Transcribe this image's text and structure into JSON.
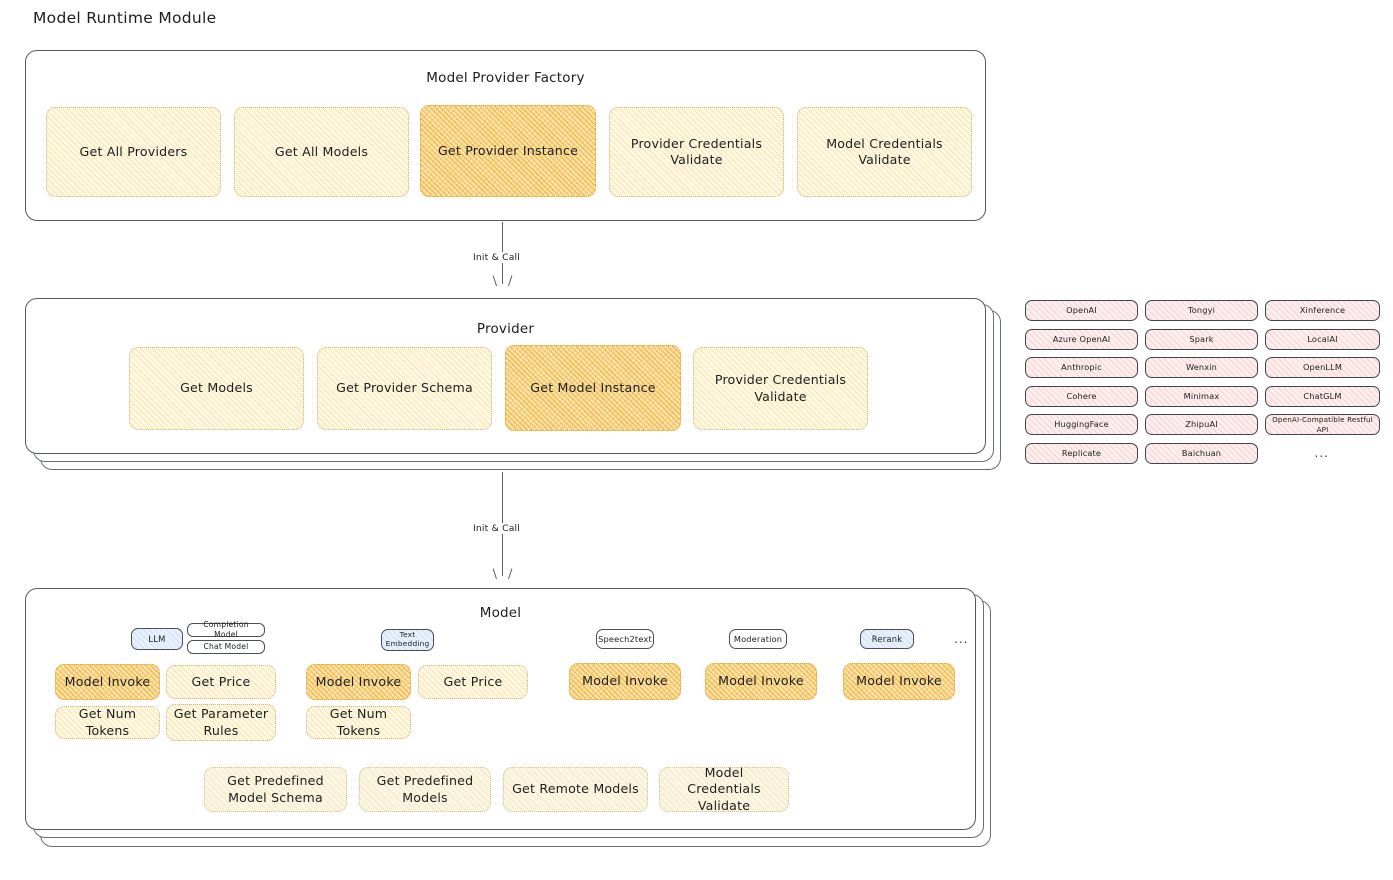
{
  "page": {
    "title": "Model Runtime Module",
    "ellipsis": "..."
  },
  "factory": {
    "title": "Model Provider Factory",
    "nodes": [
      {
        "label": "Get All Providers",
        "style": "cream"
      },
      {
        "label": "Get All Models",
        "style": "cream"
      },
      {
        "label": "Get Provider Instance",
        "style": "amber"
      },
      {
        "label": "Provider Credentials Validate",
        "style": "cream"
      },
      {
        "label": "Model Credentials Validate",
        "style": "cream"
      }
    ]
  },
  "arrow_factory_to_provider": {
    "label": "Init & Call"
  },
  "provider": {
    "title": "Provider",
    "nodes": [
      {
        "label": "Get Models",
        "style": "cream"
      },
      {
        "label": "Get Provider Schema",
        "style": "cream"
      },
      {
        "label": "Get Model Instance",
        "style": "amber"
      },
      {
        "label": "Provider Credentials Validate",
        "style": "cream"
      }
    ]
  },
  "arrow_provider_to_model": {
    "label": "Init & Call"
  },
  "provider_list": {
    "columns": [
      [
        "OpenAI",
        "Azure OpenAI",
        "Anthropic",
        "Cohere",
        "HuggingFace",
        "Replicate"
      ],
      [
        "Tongyi",
        "Spark",
        "Wenxin",
        "Minimax",
        "ZhipuAI",
        "Baichuan"
      ],
      [
        "Xinference",
        "LocalAI",
        "OpenLLM",
        "ChatGLM",
        "OpenAI-Compatible Restful API"
      ]
    ],
    "more": "..."
  },
  "model": {
    "title": "Model",
    "more": "...",
    "types": [
      {
        "name": "LLM",
        "chip_style": "blue",
        "subtypes": [
          "Completion Model",
          "Chat Model"
        ],
        "ops": [
          "Model Invoke",
          "Get Price",
          "Get Num Tokens",
          "Get Parameter Rules"
        ]
      },
      {
        "name": "Text Embedding",
        "chip_style": "blue",
        "subtypes": [],
        "ops": [
          "Model Invoke",
          "Get Price",
          "Get Num Tokens"
        ]
      },
      {
        "name": "Speech2text",
        "chip_style": "white",
        "subtypes": [],
        "ops": [
          "Model Invoke"
        ]
      },
      {
        "name": "Moderation",
        "chip_style": "white",
        "subtypes": [],
        "ops": [
          "Model Invoke"
        ]
      },
      {
        "name": "Rerank",
        "chip_style": "blue",
        "subtypes": [],
        "ops": [
          "Model Invoke"
        ]
      }
    ],
    "shared_ops": [
      "Get Predefined Model Schema",
      "Get Predefined Models",
      "Get Remote Models",
      "Model Credentials Validate"
    ]
  },
  "colors": {
    "amber_fill": "#fbe3ad",
    "cream_fill": "#fdf7e3",
    "pale_fill": "#fbf6e4",
    "pink_fill": "#fdeeee",
    "blue_fill": "#e8f1fb",
    "stroke": "#1e1e1e"
  }
}
